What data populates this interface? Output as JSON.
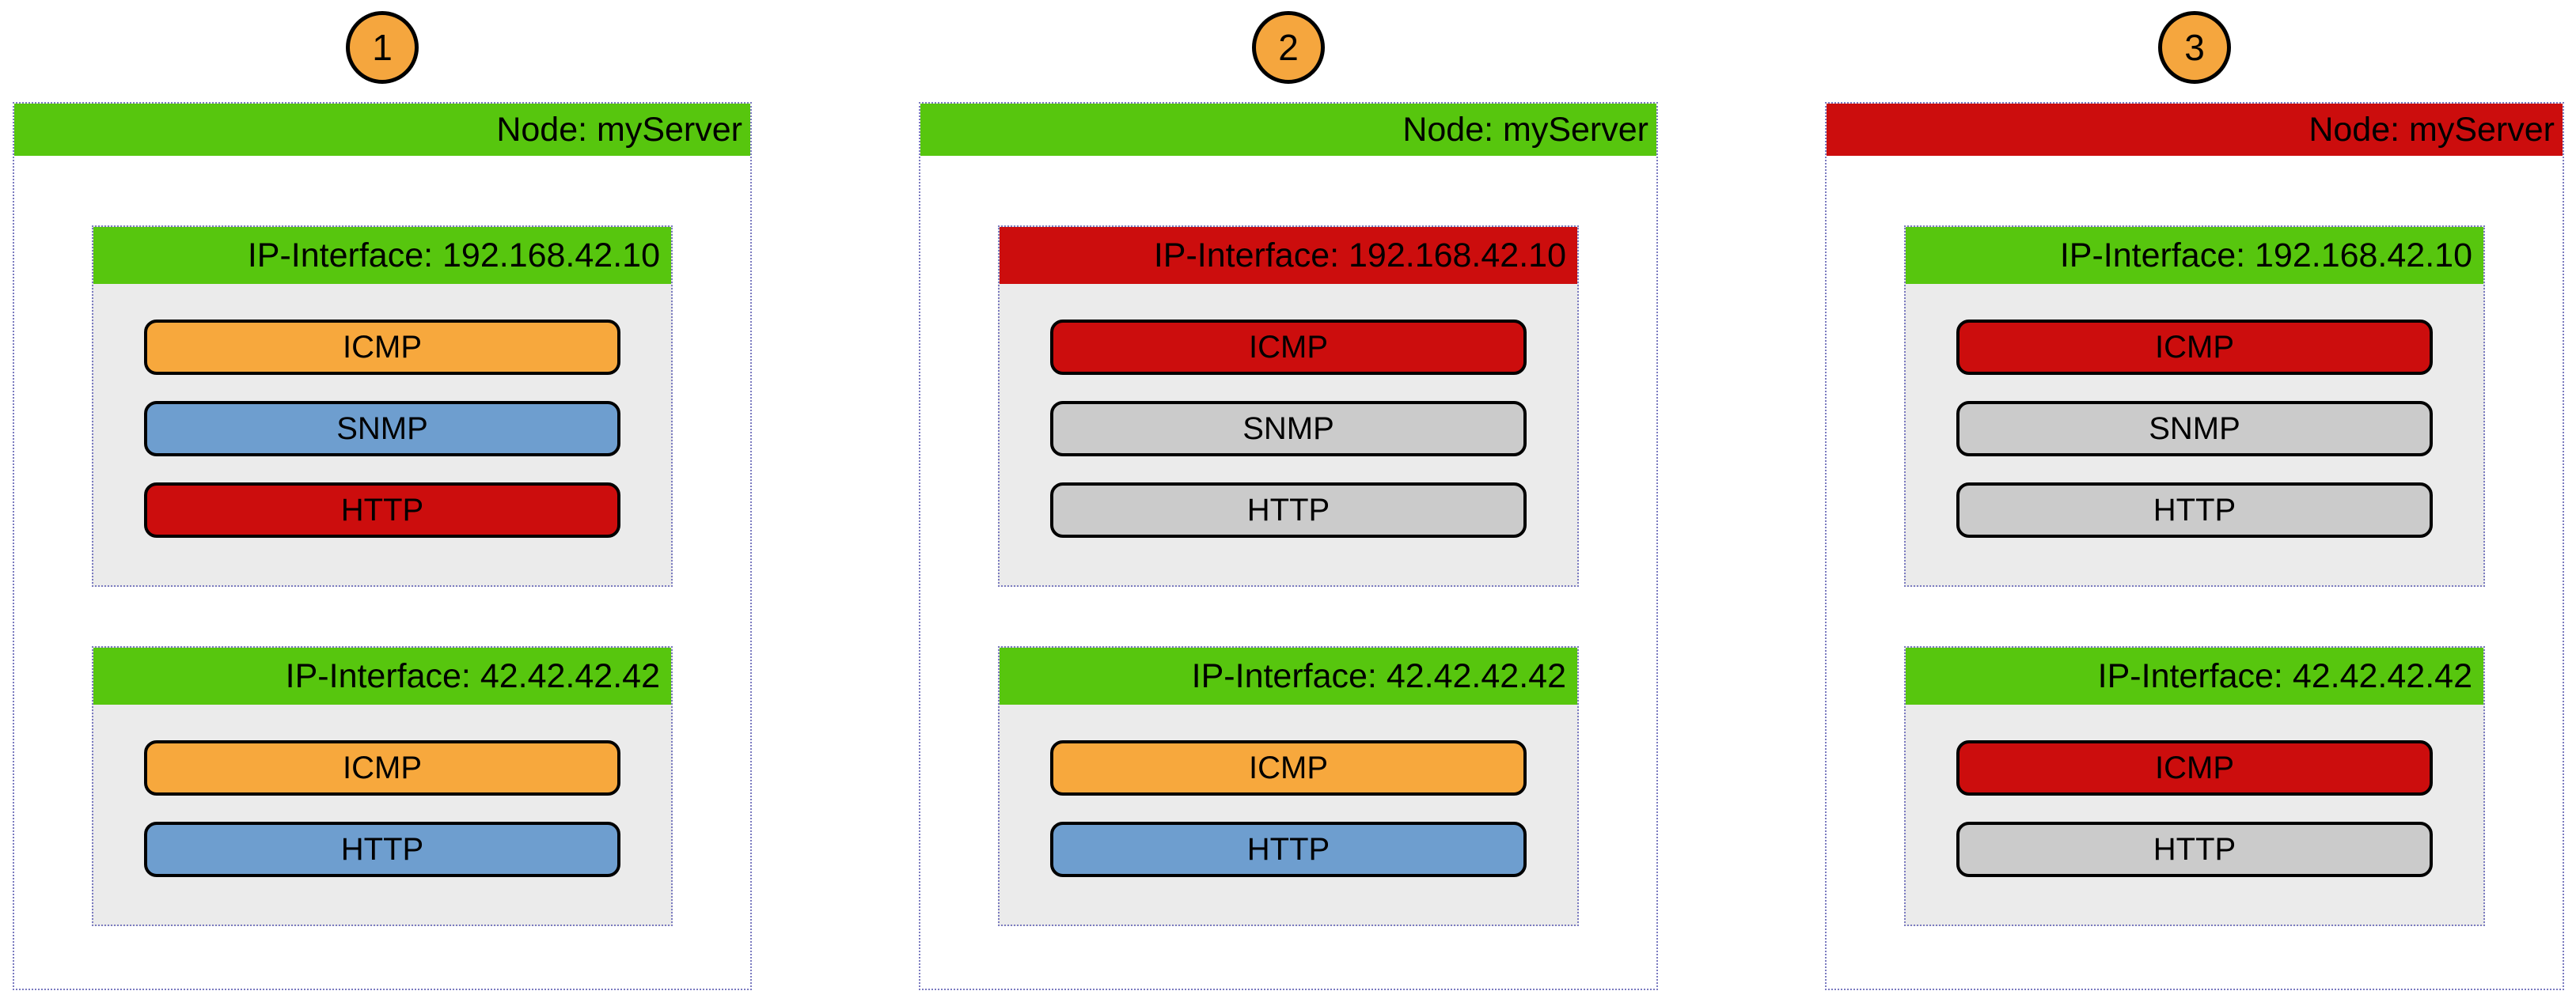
{
  "colors": {
    "green": "#57C60E",
    "red": "#CC0D0D",
    "orange": "#F7A83D",
    "blue": "#6E9ECF",
    "gray": "#CBCBCB",
    "panel": "#EBEBEB",
    "dots": "#7B7BC0",
    "badge": "#F5A63E"
  },
  "diagrams": [
    {
      "badge": "1",
      "node": {
        "label": "Node: myServer",
        "status": "green"
      },
      "interfaces": [
        {
          "label": "IP-Interface: 192.168.42.10",
          "status": "green",
          "services": [
            {
              "label": "ICMP",
              "status": "orange"
            },
            {
              "label": "SNMP",
              "status": "blue"
            },
            {
              "label": "HTTP",
              "status": "red"
            }
          ]
        },
        {
          "label": "IP-Interface: 42.42.42.42",
          "status": "green",
          "services": [
            {
              "label": "ICMP",
              "status": "orange"
            },
            {
              "label": "HTTP",
              "status": "blue"
            }
          ]
        }
      ]
    },
    {
      "badge": "2",
      "node": {
        "label": "Node: myServer",
        "status": "green"
      },
      "interfaces": [
        {
          "label": "IP-Interface: 192.168.42.10",
          "status": "red",
          "services": [
            {
              "label": "ICMP",
              "status": "red"
            },
            {
              "label": "SNMP",
              "status": "gray"
            },
            {
              "label": "HTTP",
              "status": "gray"
            }
          ]
        },
        {
          "label": "IP-Interface: 42.42.42.42",
          "status": "green",
          "services": [
            {
              "label": "ICMP",
              "status": "orange"
            },
            {
              "label": "HTTP",
              "status": "blue"
            }
          ]
        }
      ]
    },
    {
      "badge": "3",
      "node": {
        "label": "Node: myServer",
        "status": "red"
      },
      "interfaces": [
        {
          "label": "IP-Interface: 192.168.42.10",
          "status": "green",
          "services": [
            {
              "label": "ICMP",
              "status": "red"
            },
            {
              "label": "SNMP",
              "status": "gray"
            },
            {
              "label": "HTTP",
              "status": "gray"
            }
          ]
        },
        {
          "label": "IP-Interface: 42.42.42.42",
          "status": "green",
          "services": [
            {
              "label": "ICMP",
              "status": "red"
            },
            {
              "label": "HTTP",
              "status": "gray"
            }
          ]
        }
      ]
    }
  ]
}
